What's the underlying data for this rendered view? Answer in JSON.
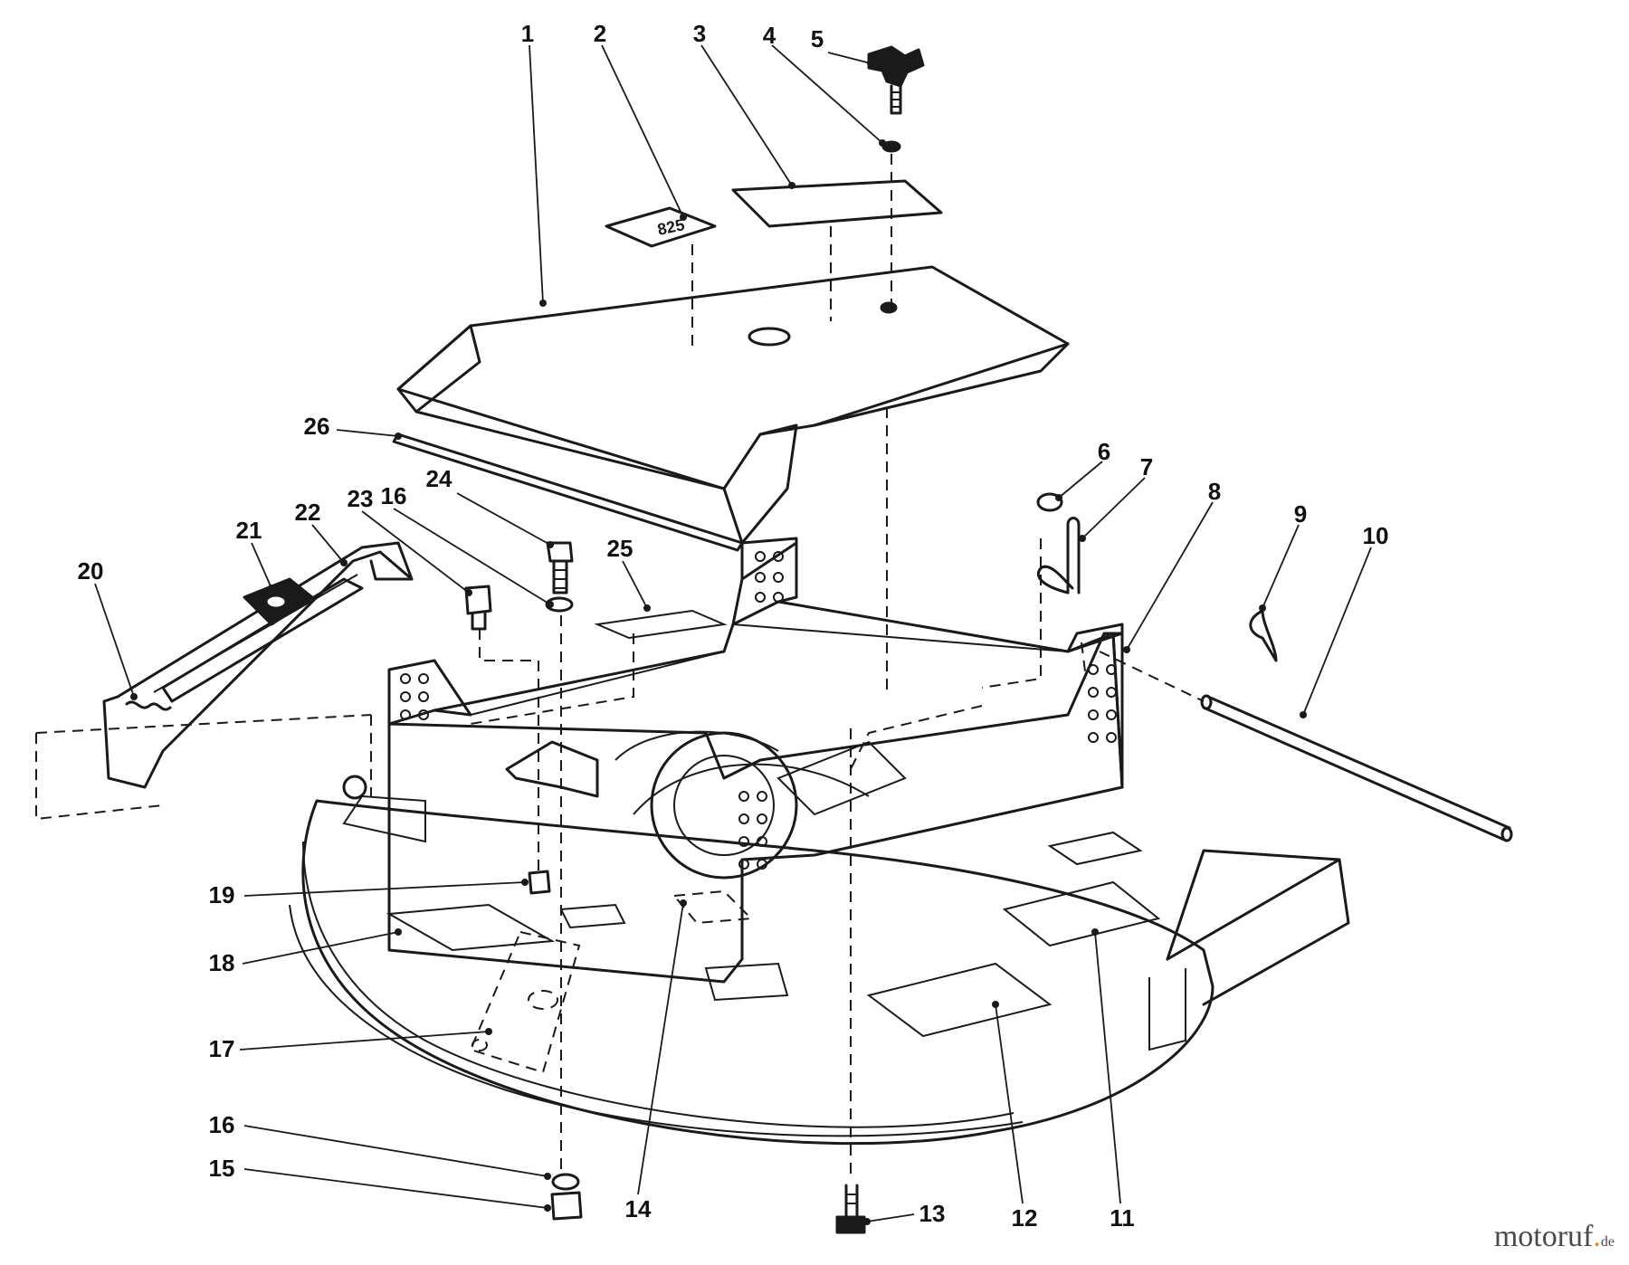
{
  "diagram": {
    "callouts": [
      "1",
      "2",
      "3",
      "4",
      "5",
      "6",
      "7",
      "8",
      "9",
      "10",
      "11",
      "12",
      "13",
      "14",
      "15",
      "16",
      "17",
      "18",
      "19",
      "20",
      "21",
      "22",
      "23",
      "16",
      "24",
      "25",
      "26"
    ]
  },
  "watermark": {
    "brand_main": "motoruf",
    "brand_dot": ".",
    "brand_tld": "de"
  }
}
